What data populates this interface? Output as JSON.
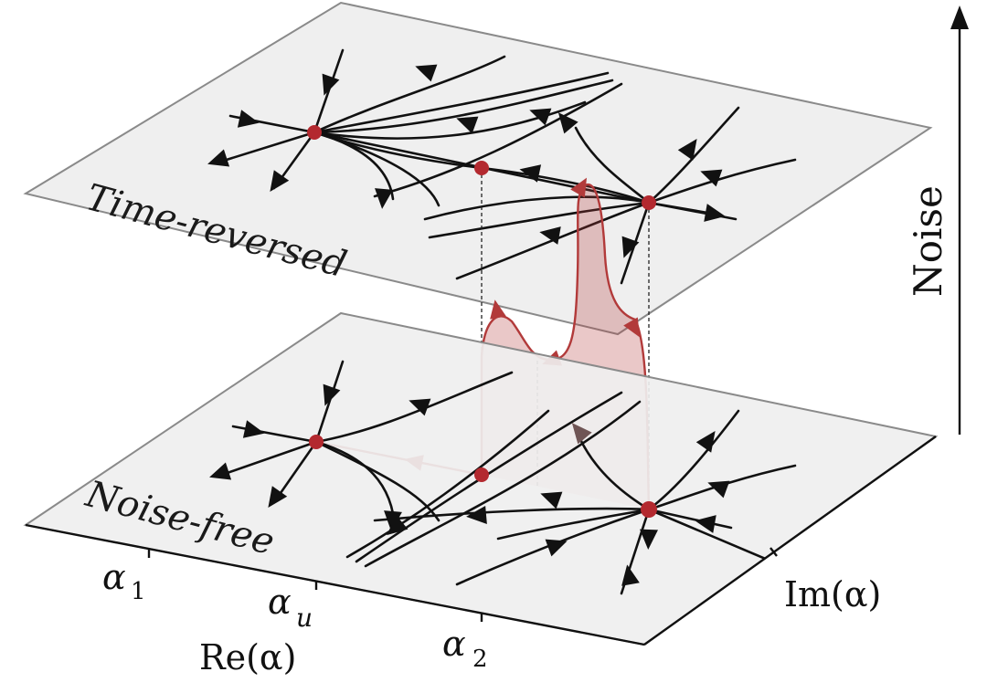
{
  "labels": {
    "top_plane": "Time-reversed",
    "bottom_plane": "Noise-free",
    "noise_axis": "Noise",
    "re_axis": "Re(α)",
    "im_axis": "Im(α)",
    "alpha_1": "α",
    "alpha_1_sub": "1",
    "alpha_u": "α",
    "alpha_u_sub": "u",
    "alpha_2": "α",
    "alpha_2_sub": "2"
  },
  "colors": {
    "plane_fill": "#efefef",
    "flow_line": "#111111",
    "fixed_point": "#b3292f",
    "noise_path": "#b23a3a"
  }
}
